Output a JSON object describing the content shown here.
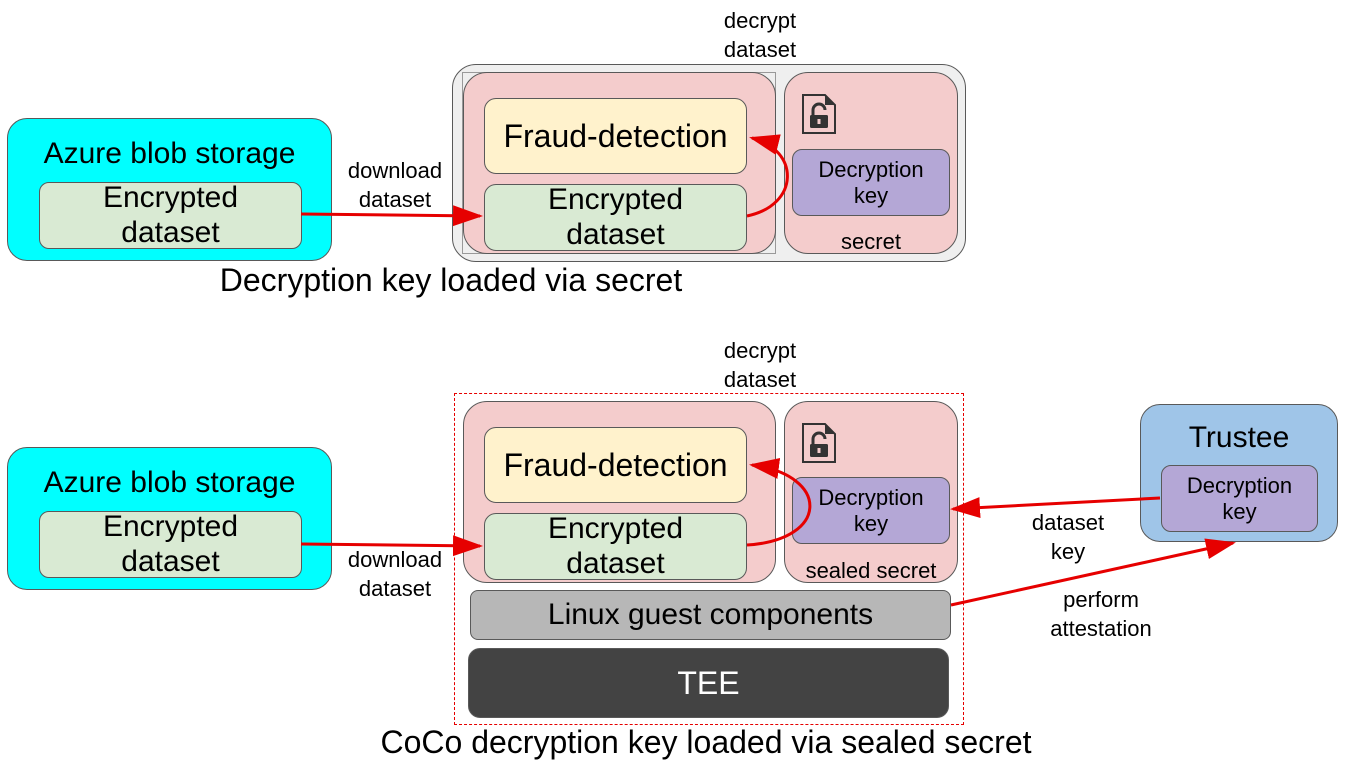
{
  "top": {
    "caption": "Decryption key loaded via secret",
    "azure": {
      "title": "Azure blob storage",
      "dataset": [
        "Encrypted",
        "dataset"
      ]
    },
    "download_label": [
      "download",
      "dataset"
    ],
    "decrypt_label": [
      "decrypt",
      "dataset"
    ],
    "fraud": "Fraud-detection",
    "enc_dataset": [
      "Encrypted",
      "dataset"
    ],
    "key": [
      "Decryption",
      "key"
    ],
    "secret_label": "secret",
    "secret_icon": "lock-file-icon"
  },
  "bottom": {
    "caption": "CoCo decryption key loaded via sealed secret",
    "azure": {
      "title": "Azure blob storage",
      "dataset": [
        "Encrypted",
        "dataset"
      ]
    },
    "download_label": [
      "download",
      "dataset"
    ],
    "decrypt_label": [
      "decrypt",
      "dataset"
    ],
    "fraud": "Fraud-detection",
    "enc_dataset": [
      "Encrypted",
      "dataset"
    ],
    "key": [
      "Decryption",
      "key"
    ],
    "secret_label": "sealed secret",
    "secret_icon": "lock-file-icon",
    "guest": "Linux guest components",
    "tee": "TEE",
    "trustee": {
      "title": "Trustee",
      "key": [
        "Decryption",
        "key"
      ]
    },
    "dataset_key_label": [
      "dataset",
      "key"
    ],
    "attestation_label": [
      "perform",
      "attestation"
    ]
  },
  "colors": {
    "azure": "#00ffff",
    "dataset": "#d9ead3",
    "fraud": "#fff2cc",
    "pod": "#f4cccc",
    "key": "#b4a7d6",
    "guest": "#b7b7b7",
    "tee": "#434343",
    "trustee": "#9fc5e8",
    "arrow": "#e60000"
  }
}
